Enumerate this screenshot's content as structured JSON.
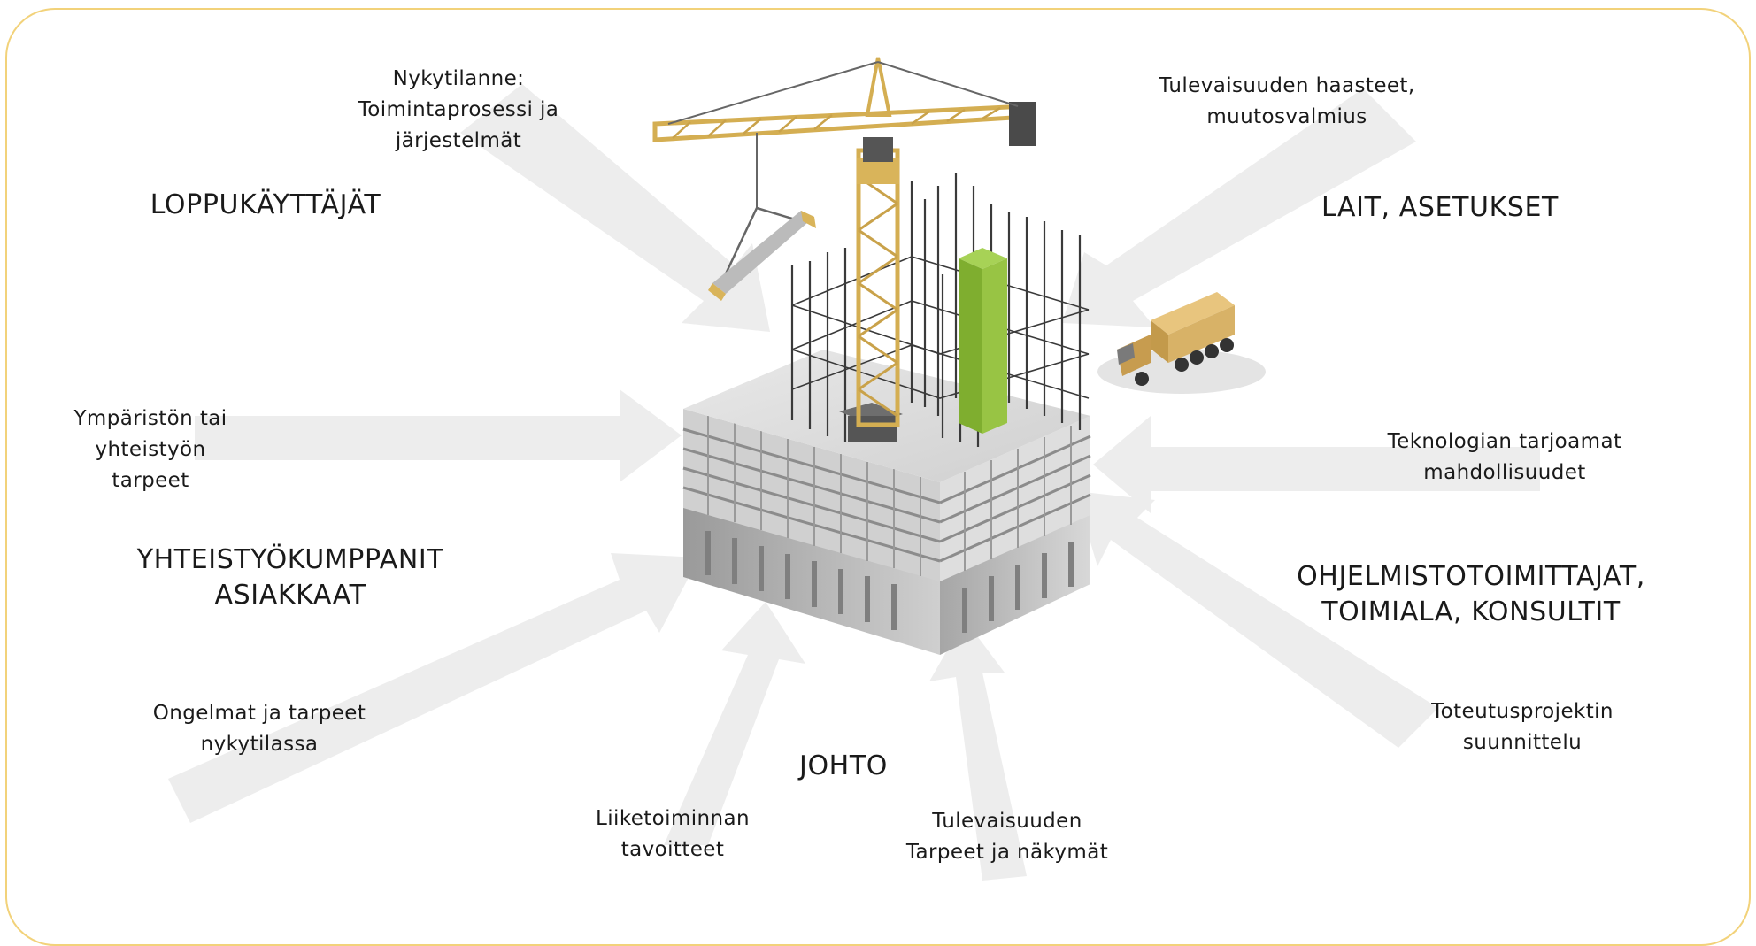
{
  "labels": {
    "nykytilanne": "Nykytilanne:\nToimintaprosessi ja\njärjestelmät",
    "tulevaisuuden_haasteet": "Tulevaisuuden haasteet,\nmuutosvalmius",
    "loppukayttajat": "LOPPUKÄYTTÄJÄT",
    "lait_asetukset": "LAIT, ASETUKSET",
    "ymparisto": "Ympäristön tai\nyhteistyön\ntarpeet",
    "teknologia": "Teknologian tarjoamat\nmahdollisuudet",
    "yhteistyokumppanit": "YHTEISTYÖKUMPPANIT\nASIAKKAAT",
    "ohjelmistotoimittajat": "OHJELMISTOTOIMITTAJAT,\nTOIMIALA, KONSULTIT",
    "ongelmat": "Ongelmat ja tarpeet\nnykytilassa",
    "toteutusprojekti": "Toteutusprojektin\nsuunnittelu",
    "johto": "JOHTO",
    "liiketoiminta": "Liiketoiminnan\ntavoitteet",
    "tulevaisuuden_tarpeet": "Tulevaisuuden\nTarpeet ja näkymät"
  },
  "colors": {
    "frame": "#f2d27a",
    "arrows": "#ececec",
    "crane": "#d9b45a",
    "green_tower": "#8bb83a",
    "truck": "#d8b267",
    "concrete": "#bdbdbd"
  },
  "illustration": {
    "building": "construction-building",
    "crane": "tower-crane",
    "truck": "delivery-truck"
  }
}
